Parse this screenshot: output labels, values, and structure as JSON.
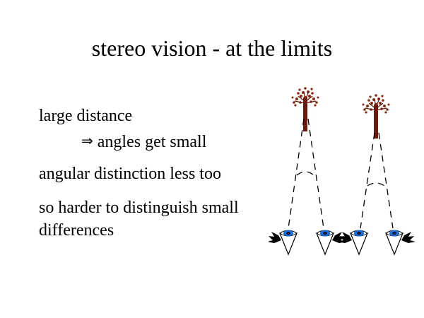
{
  "slide": {
    "title": "stereo vision - at the limits",
    "points": [
      {
        "text": "large distance"
      },
      {
        "arrow": "⇒",
        "text": "angles get small"
      },
      {
        "text": "angular distinction less too"
      },
      {
        "text": "so harder to distinguish small"
      },
      {
        "text": "differences"
      }
    ]
  },
  "diagram": {
    "colors": {
      "trunk": "#6b1a0e",
      "leaves": "#8a2a12",
      "iris": "#1f6fd6",
      "pupil": "#0a1a40",
      "wing": "#000000",
      "line": "#000000"
    },
    "icons": [
      "tree-icon",
      "eye-icon",
      "wing-icon"
    ]
  }
}
